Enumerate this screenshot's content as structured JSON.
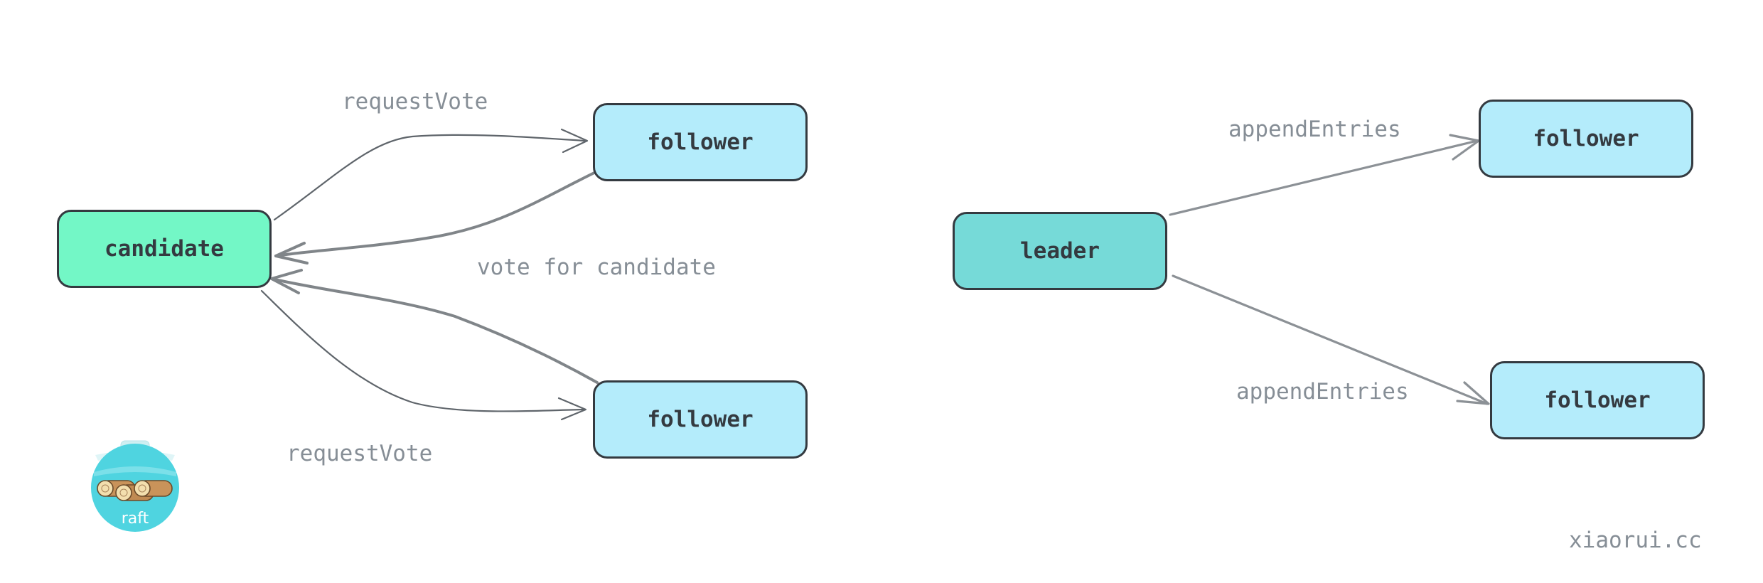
{
  "diagram": {
    "nodes": {
      "candidate": {
        "label": "candidate",
        "color": "#73f7c6"
      },
      "follower_top": {
        "label": "follower",
        "color": "#b4ecfb"
      },
      "follower_bottom": {
        "label": "follower",
        "color": "#b4ecfb"
      },
      "leader": {
        "label": "leader",
        "color": "#76dad8"
      },
      "follower_right_top": {
        "label": "follower",
        "color": "#b4ecfb"
      },
      "follower_right_bottom": {
        "label": "follower",
        "color": "#b4ecfb"
      }
    },
    "edge_labels": {
      "request_vote_top": "requestVote",
      "vote_for_candidate": "vote for candidate",
      "request_vote_bottom": "requestVote",
      "append_entries_top": "appendEntries",
      "append_entries_bottom": "appendEntries"
    },
    "edges": [
      {
        "from": "candidate",
        "to": "follower_top",
        "label": "requestVote"
      },
      {
        "from": "follower_top",
        "to": "candidate",
        "label": "vote for candidate"
      },
      {
        "from": "candidate",
        "to": "follower_bottom",
        "label": "requestVote"
      },
      {
        "from": "follower_bottom",
        "to": "candidate",
        "label": "vote for candidate"
      },
      {
        "from": "leader",
        "to": "follower_right_top",
        "label": "appendEntries"
      },
      {
        "from": "leader",
        "to": "follower_right_bottom",
        "label": "appendEntries"
      }
    ]
  },
  "logo": {
    "text": "raft",
    "icon": "raft-logs-icon",
    "color": "#4fd4e0"
  },
  "watermark": "xiaorui.cc"
}
